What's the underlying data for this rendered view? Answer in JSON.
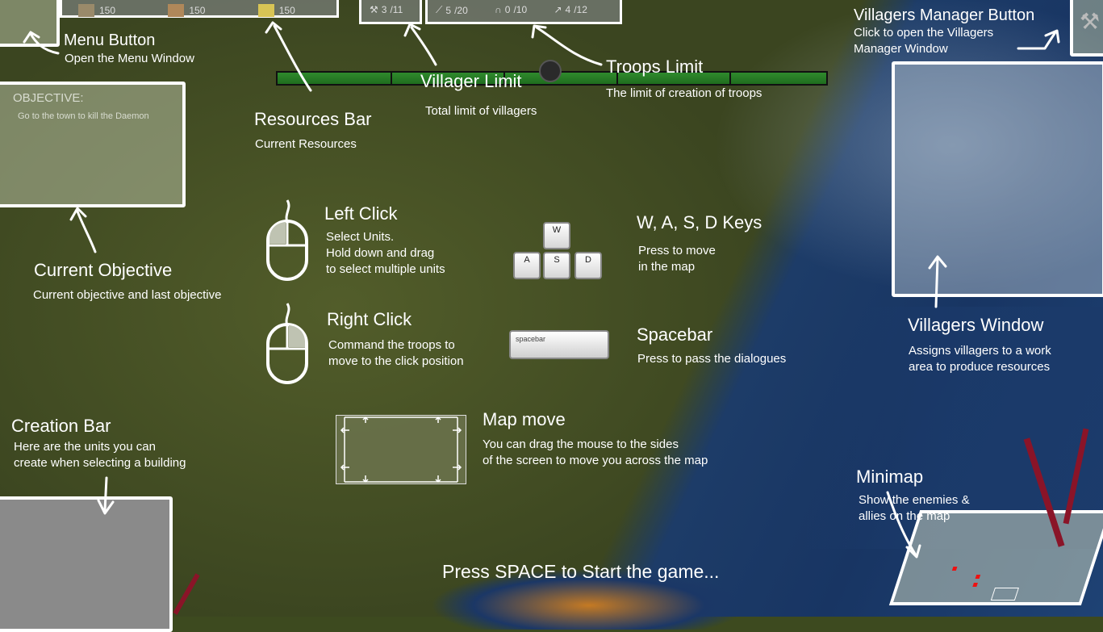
{
  "top_bar": {
    "resources": [
      {
        "icon": "wood-icon",
        "value": "150"
      },
      {
        "icon": "food-icon",
        "value": "150"
      },
      {
        "icon": "gold-icon",
        "value": "150"
      }
    ],
    "counters": [
      {
        "icon": "hammer-icon",
        "value": "3",
        "max": "/11"
      },
      {
        "icon": "sword-icon",
        "value": "5",
        "max": "/20"
      },
      {
        "icon": "shield-icon",
        "value": "0",
        "max": "/10"
      },
      {
        "icon": "arrow-icon",
        "value": "4",
        "max": "/12"
      }
    ]
  },
  "objective_panel": {
    "heading": "OBJECTIVE:",
    "text": "Go to the town to kill the Daemon"
  },
  "labels": {
    "menu_button": {
      "title": "Menu Button",
      "desc": "Open the Menu Window"
    },
    "resources_bar": {
      "title": "Resources Bar",
      "desc": "Current Resources"
    },
    "villager_limit": {
      "title": "Villager Limit",
      "desc": "Total limit of  villagers"
    },
    "troops_limit": {
      "title": "Troops Limit",
      "desc": "The limit of creation of troops"
    },
    "villagers_manager": {
      "title": "Villagers Manager Button",
      "desc": "Click to open the Villagers\nManager Window"
    },
    "current_objective": {
      "title": "Current Objective",
      "desc": "Current objective and last objective"
    },
    "left_click": {
      "title": "Left Click",
      "desc": "Select Units.\nHold down and drag\nto select multiple units"
    },
    "right_click": {
      "title": "Right Click",
      "desc": "Command the troops to\nmove to the click position"
    },
    "wasd": {
      "title": "W, A, S, D Keys",
      "desc": "Press to move\nin the map"
    },
    "spacebar": {
      "title": "Spacebar",
      "desc": "Press to pass the dialogues"
    },
    "villagers_window": {
      "title": "Villagers Window",
      "desc": "Assigns villagers to a work\narea to produce resources"
    },
    "creation_bar": {
      "title": "Creation Bar",
      "desc": "Here are the units you can\ncreate when selecting a building"
    },
    "map_move": {
      "title": "Map move",
      "desc": "You can drag the mouse to the sides\n of the screen to move you across the map"
    },
    "minimap": {
      "title": "Minimap",
      "desc": "Show the enemies &\nallies on the map"
    }
  },
  "keys": {
    "w": "W",
    "a": "A",
    "s": "S",
    "d": "D",
    "space": "spacebar"
  },
  "start_prompt": "Press SPACE to Start the game..."
}
